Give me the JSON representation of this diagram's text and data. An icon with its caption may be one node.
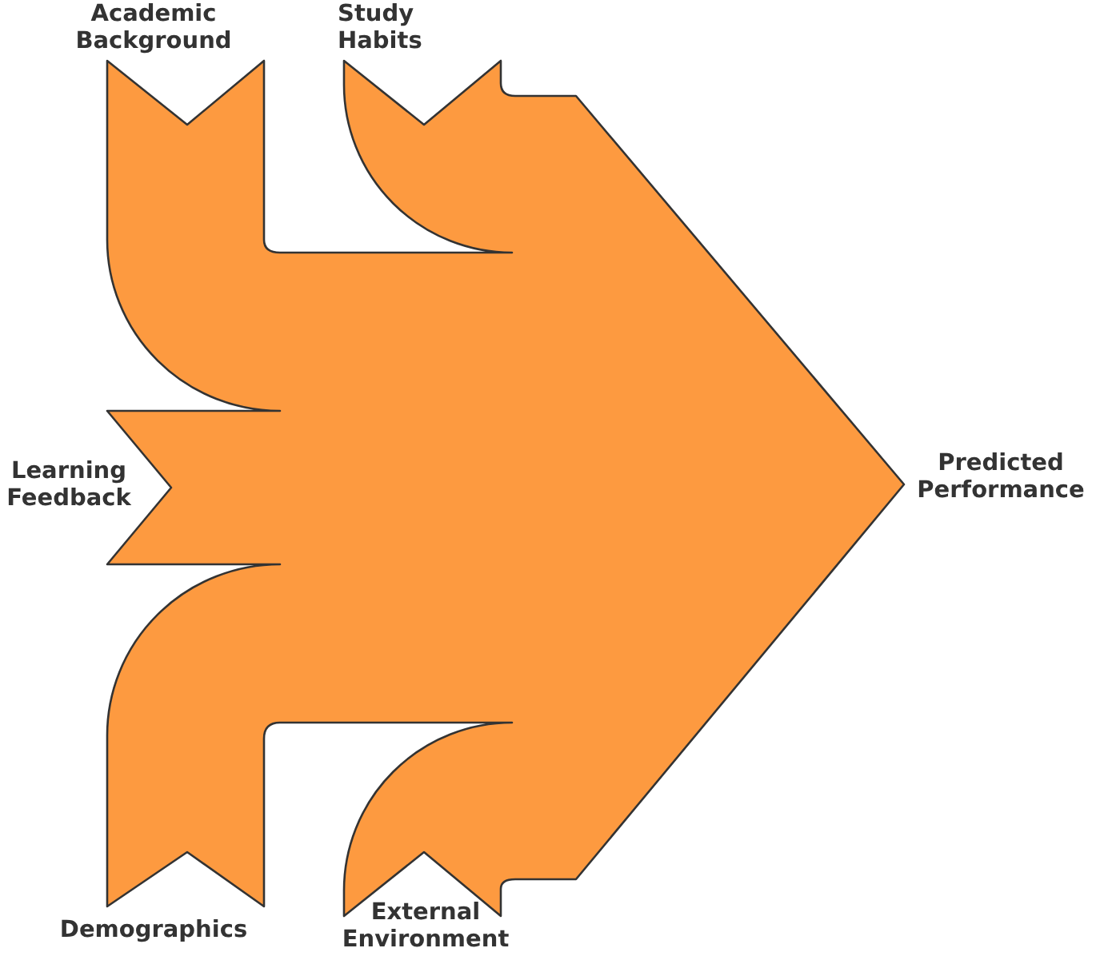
{
  "diagram": {
    "nodes": [
      {
        "text": [
          "Academic Background"
        ]
      },
      {
        "text": [
          "Study Habits"
        ]
      },
      {
        "text": [
          "Learning Feedback"
        ]
      },
      {
        "text": [
          "Demographics"
        ]
      },
      {
        "text": [
          "External Environment"
        ]
      },
      {
        "text": [
          "Predicted Performance"
        ]
      }
    ]
  }
}
